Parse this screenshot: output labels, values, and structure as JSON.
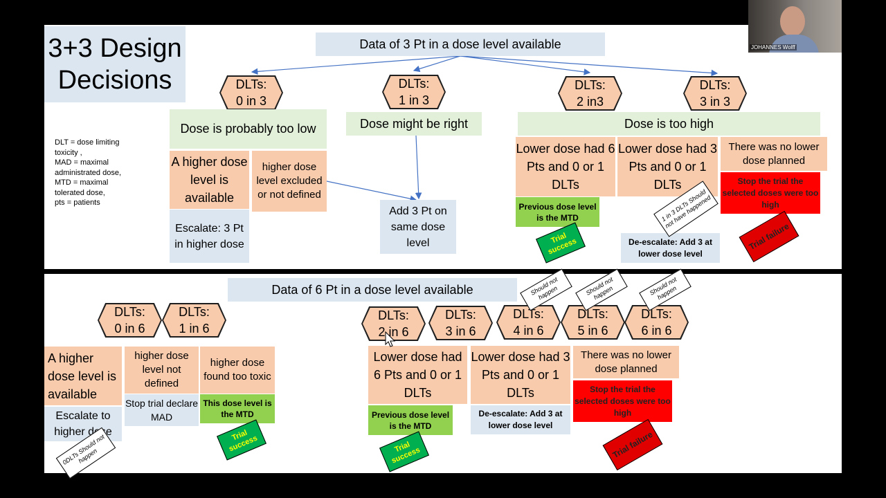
{
  "top": {
    "title": "3+3 Design\nDecisions",
    "header": "Data of 3 Pt in a dose level available",
    "legend": "DLT = dose limiting\ntoxicity ,\nMAD = maximal\nadministrated dose,\nMTD = maximal\ntolerated dose,\npts = patients",
    "hex": [
      "DLTs:\n0 in 3",
      "DLTs:\n1 in 3",
      "DLTs:\n2 in3",
      "DLTs:\n3 in 3"
    ],
    "probably_low": "Dose is probably too low",
    "might_be_right": "Dose might be right",
    "too_high": "Dose is too high",
    "higher_available": "A higher dose level is available",
    "higher_excluded": "higher dose level excluded or not defined",
    "escalate": "Escalate: 3 Pt in higher dose",
    "add_same": "Add 3 Pt on same dose level",
    "lower6": "Lower dose had 6 Pts and 0 or 1 DLTs",
    "lower3": "Lower dose had 3 Pts and 0 or 1 DLTs",
    "no_lower": "There was no  lower dose planned",
    "prev_mtd": "Previous dose level is the MTD",
    "deescalate": "De-escalate: Add 3 at lower dose  level",
    "stop": "Stop the trial the selected doses were too high",
    "trial_success": "Trial success",
    "trial_failure": "Trial failure",
    "note_1in3": "1 in 3  DLTs Should not have happened"
  },
  "bottom": {
    "header": "Data of 6 Pt in a dose level available",
    "hex": [
      "DLTs:\n0 in 6",
      "DLTs:\n1 in 6",
      "DLTs:\n2 in 6",
      "DLTs:\n3 in 6",
      "DLTs:\n4 in 6",
      "DLTs:\n5 in 6",
      "DLTs:\n6 in 6"
    ],
    "higher_available": "A higher dose level is available",
    "higher_not_defined": "higher dose level not defined",
    "higher_toxic": "higher dose found too toxic",
    "escalate": "Escalate to higher dose",
    "stop_mad": "Stop trial declare MAD",
    "this_mtd": "This  dose level is the MTD",
    "lower6": "Lower dose had 6 Pts and 0 or 1 DLTs",
    "lower3": "Lower dose had 3 Pts and 0 or 1 DLTs",
    "no_lower": "There was no  lower dose planned",
    "prev_mtd": "Previous dose level is the MTD",
    "deescalate": "De-escalate: Add 3 at lower dose  level",
    "stop": "Stop the trial the selected doses were too high",
    "trial_success": "Trial success",
    "trial_failure": "Trial failure",
    "note_0dlt": "0DLTs Should not happen",
    "should_not_happen": "Should not happen"
  },
  "video": {
    "name": "JOHANNES Wolff"
  },
  "colors": {
    "peach": "#f8cbad",
    "light_green": "#e2efd9",
    "light_blue": "#dce6f0",
    "green": "#92d050",
    "red": "#ff0000",
    "arrow": "#4472c4"
  }
}
